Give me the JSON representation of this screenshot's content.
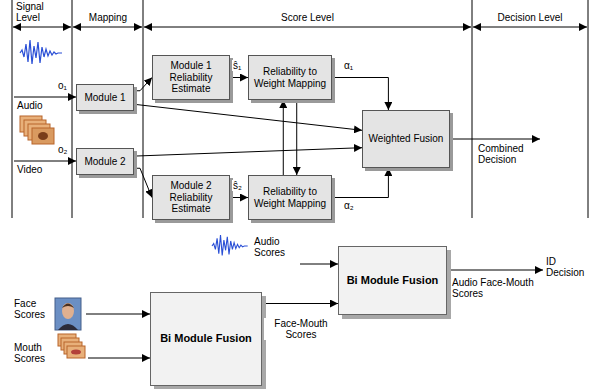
{
  "diagram": {
    "nodes": [
      {
        "text": [
          "Module 1"
        ]
      },
      {
        "text": [
          "Module 2"
        ]
      },
      {
        "text": [
          "Module 1 Reliability Estimate"
        ]
      },
      {
        "text": [
          "Module 2 Reliability Estimate"
        ]
      },
      {
        "text": [
          "Reliability to Weight Mapping"
        ]
      },
      {
        "text": [
          "Reliability to Weight Mapping"
        ]
      },
      {
        "text": [
          "Weighted Fusion"
        ]
      },
      {
        "text": [
          "Bi Module Fusion"
        ]
      },
      {
        "text": [
          "Bi Module Fusion"
        ]
      }
    ],
    "edges": [
      {
        "from": 0,
        "to": 2,
        "arrow": "to"
      },
      {
        "from": 0,
        "to": 6,
        "arrow": "to"
      },
      {
        "from": 1,
        "to": 6,
        "arrow": "to"
      },
      {
        "from": 1,
        "to": 3,
        "arrow": "to"
      },
      {
        "from": 2,
        "to": 4,
        "arrow": "to",
        "label": "ŝ₁"
      },
      {
        "from": 3,
        "to": 5,
        "arrow": "to",
        "label": "ŝ₂"
      },
      {
        "from": 4,
        "to": 5,
        "arrow": "to"
      },
      {
        "from": 5,
        "to": 4,
        "arrow": "to"
      },
      {
        "from": 4,
        "to": 6,
        "arrow": "to",
        "label": "α₁"
      },
      {
        "from": 5,
        "to": 6,
        "arrow": "to",
        "label": "α₂"
      },
      {
        "from": 7,
        "to": 8,
        "arrow": "to",
        "label": "Face-Mouth Scores"
      }
    ],
    "labels": [
      "Signal Level",
      "Mapping",
      "Score Level",
      "Decision Level",
      "o₁",
      "Audio",
      "o₂",
      "Video",
      "Combined Decision",
      "Audio Scores",
      "Face Scores",
      "Mouth Scores",
      "Audio Face-Mouth Scores",
      "ID Decision"
    ]
  }
}
